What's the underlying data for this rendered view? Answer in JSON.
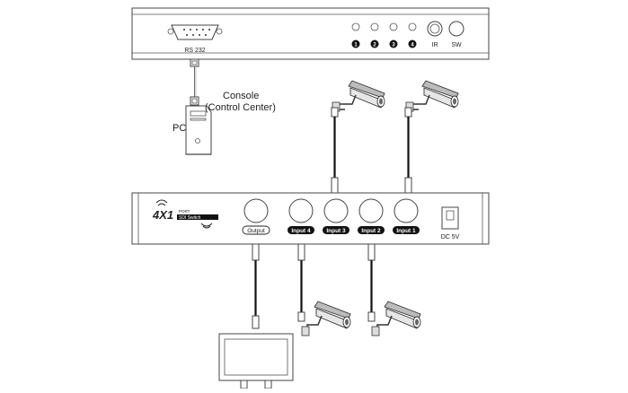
{
  "top_unit": {
    "serial_label": "RS 232",
    "led_labels": [
      "1",
      "2",
      "3",
      "4"
    ],
    "ir_label": "IR",
    "sw_label": "SW"
  },
  "console": {
    "title_line1": "Console",
    "title_line2": "(Control Center)",
    "pc_label": "PC"
  },
  "switch": {
    "logo_main": "4X1",
    "logo_sub1": "PORT",
    "logo_sub2": "SDI Switch",
    "output_label": "Output",
    "inputs": [
      "Input 4",
      "Input 3",
      "Input 2",
      "Input 1"
    ],
    "power_label": "DC 5V"
  }
}
